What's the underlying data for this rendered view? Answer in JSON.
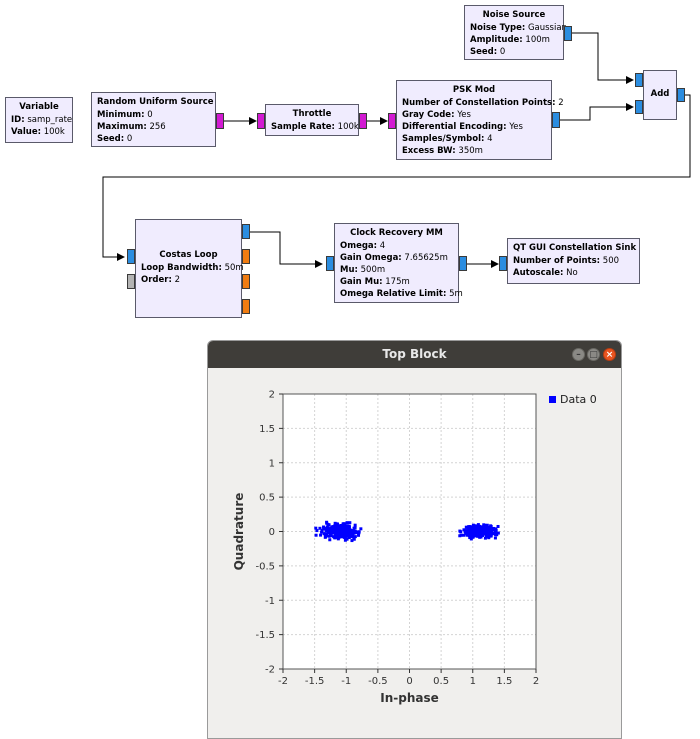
{
  "blocks": {
    "variable": {
      "title": "Variable",
      "rows": [
        [
          "ID:",
          "samp_rate"
        ],
        [
          "Value:",
          "100k"
        ]
      ]
    },
    "random": {
      "title": "Random Uniform Source",
      "rows": [
        [
          "Minimum:",
          "0"
        ],
        [
          "Maximum:",
          "256"
        ],
        [
          "Seed:",
          "0"
        ]
      ]
    },
    "throttle": {
      "title": "Throttle",
      "rows": [
        [
          "Sample Rate:",
          "100k"
        ]
      ]
    },
    "psk": {
      "title": "PSK Mod",
      "rows": [
        [
          "Number of Constellation Points:",
          "2"
        ],
        [
          "Gray Code:",
          "Yes"
        ],
        [
          "Differential Encoding:",
          "Yes"
        ],
        [
          "Samples/Symbol:",
          "4"
        ],
        [
          "Excess BW:",
          "350m"
        ]
      ]
    },
    "noise": {
      "title": "Noise Source",
      "rows": [
        [
          "Noise Type:",
          "Gaussian"
        ],
        [
          "Amplitude:",
          "100m"
        ],
        [
          "Seed:",
          "0"
        ]
      ]
    },
    "add": {
      "title": "Add",
      "rows": []
    },
    "costas": {
      "title": "Costas Loop",
      "rows": [
        [
          "Loop Bandwidth:",
          "50m"
        ],
        [
          "Order:",
          "2"
        ]
      ]
    },
    "clock": {
      "title": "Clock Recovery MM",
      "rows": [
        [
          "Omega:",
          "4"
        ],
        [
          "Gain Omega:",
          "7.65625m"
        ],
        [
          "Mu:",
          "500m"
        ],
        [
          "Gain Mu:",
          "175m"
        ],
        [
          "Omega Relative Limit:",
          "5m"
        ]
      ]
    },
    "sink": {
      "title": "QT GUI Constellation Sink",
      "rows": [
        [
          "Number of Points:",
          "500"
        ],
        [
          "Autoscale:",
          "No"
        ]
      ]
    }
  },
  "window": {
    "title": "Top Block",
    "btn_min": "–",
    "btn_max": "□",
    "btn_close": "×"
  },
  "colors": {
    "block_bg": "#f0ecfe",
    "port_blue": "#2b8de0",
    "port_magenta": "#d21ad2",
    "port_orange": "#f07c12",
    "titlebar": "#3f3d39",
    "points": "#0000ff"
  },
  "chart_data": {
    "type": "scatter",
    "xlabel": "In-phase",
    "ylabel": "Quadrature",
    "xlim": [
      -2,
      2
    ],
    "ylim": [
      -2,
      2
    ],
    "xticks": [
      "-2",
      "-1.5",
      "-1",
      "-0.5",
      "0",
      "0.5",
      "1",
      "1.5",
      "2"
    ],
    "yticks": [
      "2",
      "1.5",
      "1",
      "0.5",
      "0",
      "-0.5",
      "-1",
      "-1.5",
      "-2"
    ],
    "grid": true,
    "legend": "top-right",
    "series": [
      {
        "name": "Data 0",
        "color": "#0000ff",
        "clusters": [
          {
            "cx": -1.1,
            "cy": 0.0,
            "sx": 0.5,
            "sy": 0.18
          },
          {
            "cx": 1.1,
            "cy": 0.0,
            "sx": 0.42,
            "sy": 0.16
          }
        ],
        "points_per_cluster": 250
      }
    ]
  }
}
